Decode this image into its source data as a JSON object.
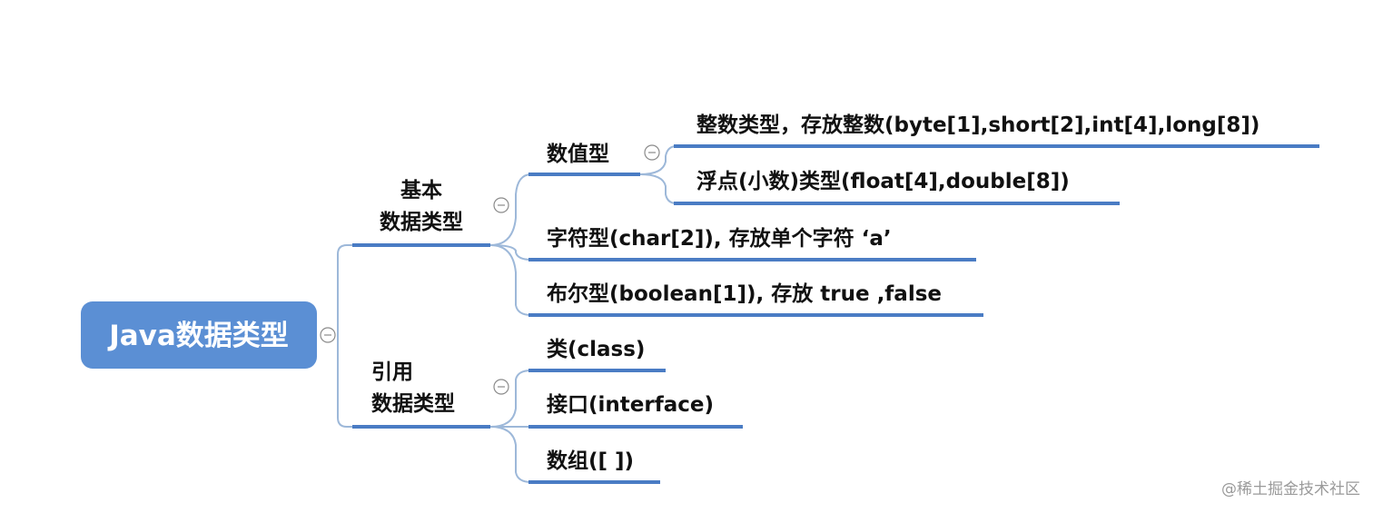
{
  "root": {
    "label": "Java数据类型"
  },
  "branches": [
    {
      "line1": "基本",
      "line2": "数据类型",
      "children": [
        {
          "label": "数值型",
          "children": [
            {
              "label": "整数类型，存放整数(byte[1],short[2],int[4],long[8])"
            },
            {
              "label": "浮点(小数)类型(float[4],double[8])"
            }
          ]
        },
        {
          "label": "字符型(char[2]), 存放单个字符  ‘a’"
        },
        {
          "label": "布尔型(boolean[1]), 存放 true ,false"
        }
      ]
    },
    {
      "line1": "引用",
      "line2": "数据类型",
      "children": [
        {
          "label": "类(class)"
        },
        {
          "label": "接口(interface)"
        },
        {
          "label": "数组([ ])"
        }
      ]
    }
  ],
  "watermark": "@稀土掘金技术社区",
  "colors": {
    "root_fill": "#5b8fd4",
    "underline": "#4a7cc4",
    "connector": "#9db8d9",
    "collapse_marker": "#8a8a8a"
  },
  "icons": {
    "collapse": "minus-circle-icon"
  }
}
